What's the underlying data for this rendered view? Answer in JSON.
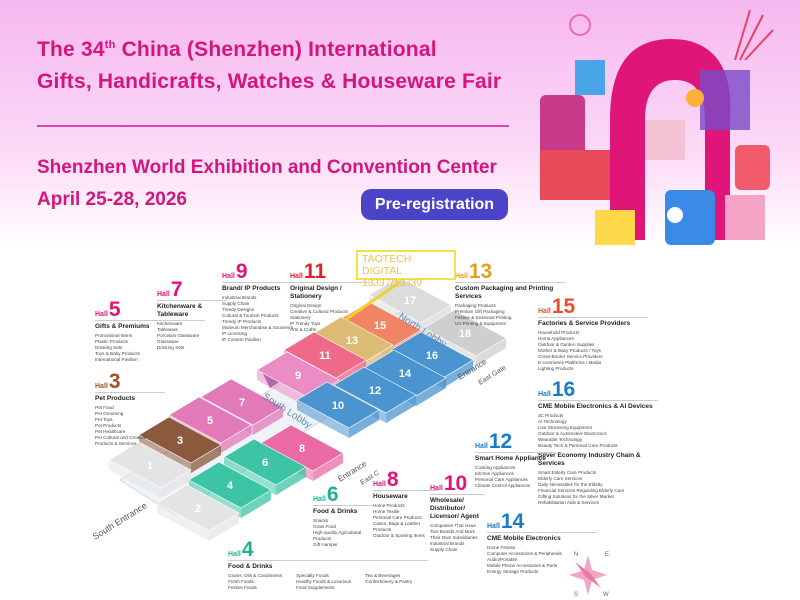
{
  "header": {
    "title_line1_pre": "The 34",
    "title_sup": "th",
    "title_line1_post": " China (Shenzhen) International",
    "title_line2": "Gifts, Handicrafts, Watches & Houseware Fair",
    "venue": "Shenzhen World Exhibition and Convention Center",
    "dates": "April 25-28, 2026",
    "prereg_label": "Pre-registration",
    "colors": {
      "title": "#d4157e",
      "button": "#4c44c8"
    }
  },
  "callout": {
    "line1": "TAOTECH DIGITAL",
    "line2": "13J37/13J39"
  },
  "hall_word": "Hall",
  "halls": [
    {
      "num": "5",
      "color": "#e0157a",
      "title": "Gifts & Premiums",
      "items": [
        "Promotional Items",
        "Plastic Products",
        "Drinking Sets",
        "Toys & Baby Products",
        "International Pavilion"
      ]
    },
    {
      "num": "3",
      "color": "#a0522d",
      "title": "Pet Products",
      "items": [
        "Pet Food",
        "Pet Grooming",
        "Pet Toys",
        "Pet Products",
        "Pet Healthcare",
        "Pet Cultural and Creative Products & Services"
      ]
    },
    {
      "num": "7",
      "color": "#e0157a",
      "title": "Kitchenware & Tableware",
      "items": [
        "Kitchenware",
        "Tableware",
        "Porcelain Glassware",
        "Glassware",
        "Drinking Sets"
      ]
    },
    {
      "num": "9",
      "color": "#e0157a",
      "title": "Brand/ IP Products",
      "items": [
        "Industrial Brands",
        "Supply Chain",
        "Trendy Designs",
        "Cultural & Tourism Products",
        "Trendy IP Products",
        "Museum Merchandise & Souvenirs",
        "IP Licensing",
        "IP Content Pavilion"
      ]
    },
    {
      "num": "11",
      "color": "#e0202a",
      "title": "Original Design / Stationery",
      "items": [
        "Original Design",
        "Creative & Cultural Products",
        "Stationery",
        "IP Trendy Toys",
        "Arts & Crafts"
      ]
    },
    {
      "num": "13",
      "color": "#e0a020",
      "title": "Custom Packaging and Printing Services",
      "items": [
        "Packaging Products",
        "Premium Gift Packaging",
        "Festive & Seasonal Printing",
        "UV Printing & Equipment"
      ]
    },
    {
      "num": "15",
      "color": "#e8502a",
      "title": "Factories & Service Providers",
      "items": [
        "Household Products",
        "Home Appliances",
        "Outdoor & Garden Supplies",
        "Mother & Baby Products / Toys",
        "Cross-Border Service Providers",
        "E-commerce Platforms / Media",
        "Lighting Products"
      ]
    },
    {
      "num": "16",
      "color": "#1a7ac8",
      "title": "CME Mobile Electronics & AI Devices",
      "items": [
        "3C Products",
        "AI Technology",
        "Live Streaming Equipment",
        "Outdoor & Automotive Electronics",
        "Wearable Technology",
        "Beauty Tech & Personal Care Products"
      ],
      "sub_title": "Silver Economy Industry Chain & Services",
      "sub_items": [
        "Smart Elderly Care Products",
        "Elderly Care Services",
        "Daily Necessities for the Elderly",
        "Financial Services Regarding Elderly Care",
        "Gifting Solutions for the Silver Market",
        "Rehabilitation Aids & Services"
      ]
    },
    {
      "num": "12",
      "color": "#1a7ac8",
      "title": "Smart Home Appliance",
      "items": [
        "Cooking Appliances",
        "Kitchen Appliances",
        "Personal Care Appliances",
        "Climate Control Appliances"
      ]
    },
    {
      "num": "8",
      "color": "#e0157a",
      "title": "Houseware",
      "items": [
        "Home Products",
        "Home Textile",
        "Personal Care Products",
        "Cases, Bags & Leather Products",
        "Outdoor & Sporting Items"
      ]
    },
    {
      "num": "6",
      "color": "#20b090",
      "title": "Food & Drinks",
      "items": [
        "Snacks",
        "Grain Food",
        "High-quality Agricultural Products",
        "Gift Hamper"
      ]
    },
    {
      "num": "10",
      "color": "#e0157a",
      "title": "Wholesale/ Distributor/ Licensor/ Agent",
      "items": [
        "Companies That Issue",
        "Two Brands And More",
        "Their Own Subsidiaries",
        "Industrial Brands",
        "Supply Chain"
      ]
    },
    {
      "num": "14",
      "color": "#1a7ac8",
      "title": "CME Mobile Electronics",
      "items": [
        "Home Fitness",
        "Computer Accessories & Peripherals",
        "Audio/Portable",
        "Mobile Phone Accessories & Parts",
        "Energy Storage Products"
      ]
    },
    {
      "num": "4",
      "color": "#20b090",
      "title": "Food & Drinks",
      "items": [
        "Grains, Oils & Condiments",
        "Fresh Foods",
        "Festive Foods",
        "Specialty Foods",
        "Healthy Foods & Luxurious",
        "Food Supplements",
        "Tea & Beverages",
        "Confectionery & Pastry"
      ]
    }
  ],
  "blocks": [
    {
      "label": "1",
      "color": "#e4e4e4"
    },
    {
      "label": "2",
      "color": "#e4e4e4"
    },
    {
      "label": "3",
      "color": "#8b5a3c"
    },
    {
      "label": "4",
      "color": "#3cc4a4"
    },
    {
      "label": "5",
      "color": "#e27ab8"
    },
    {
      "label": "6",
      "color": "#3cc4a4"
    },
    {
      "label": "7",
      "color": "#e27ab8"
    },
    {
      "label": "8",
      "color": "#ea6aa4"
    },
    {
      "label": "9",
      "color": "#ec8cc4"
    },
    {
      "label": "10",
      "color": "#4a94d0"
    },
    {
      "label": "11",
      "color": "#ee6a88"
    },
    {
      "label": "12",
      "color": "#4a94d0"
    },
    {
      "label": "13",
      "color": "#dcbc74"
    },
    {
      "label": "14",
      "color": "#4a94d0"
    },
    {
      "label": "15",
      "color": "#f08464"
    },
    {
      "label": "16",
      "color": "#4a94d0"
    },
    {
      "label": "17",
      "color": "#dcdcdc"
    },
    {
      "label": "18",
      "color": "#cfcfcf"
    }
  ],
  "lobbies": {
    "south": "South Lobby",
    "north": "North Lobby"
  },
  "entrances": {
    "south": "South Entrance",
    "east_c_main": "Entrance",
    "east_c": "East C",
    "east_gate_main": "Entrance",
    "east_gate": "East Gate"
  },
  "compass": {
    "n": "N",
    "e": "E",
    "s": "S",
    "w": "W"
  }
}
